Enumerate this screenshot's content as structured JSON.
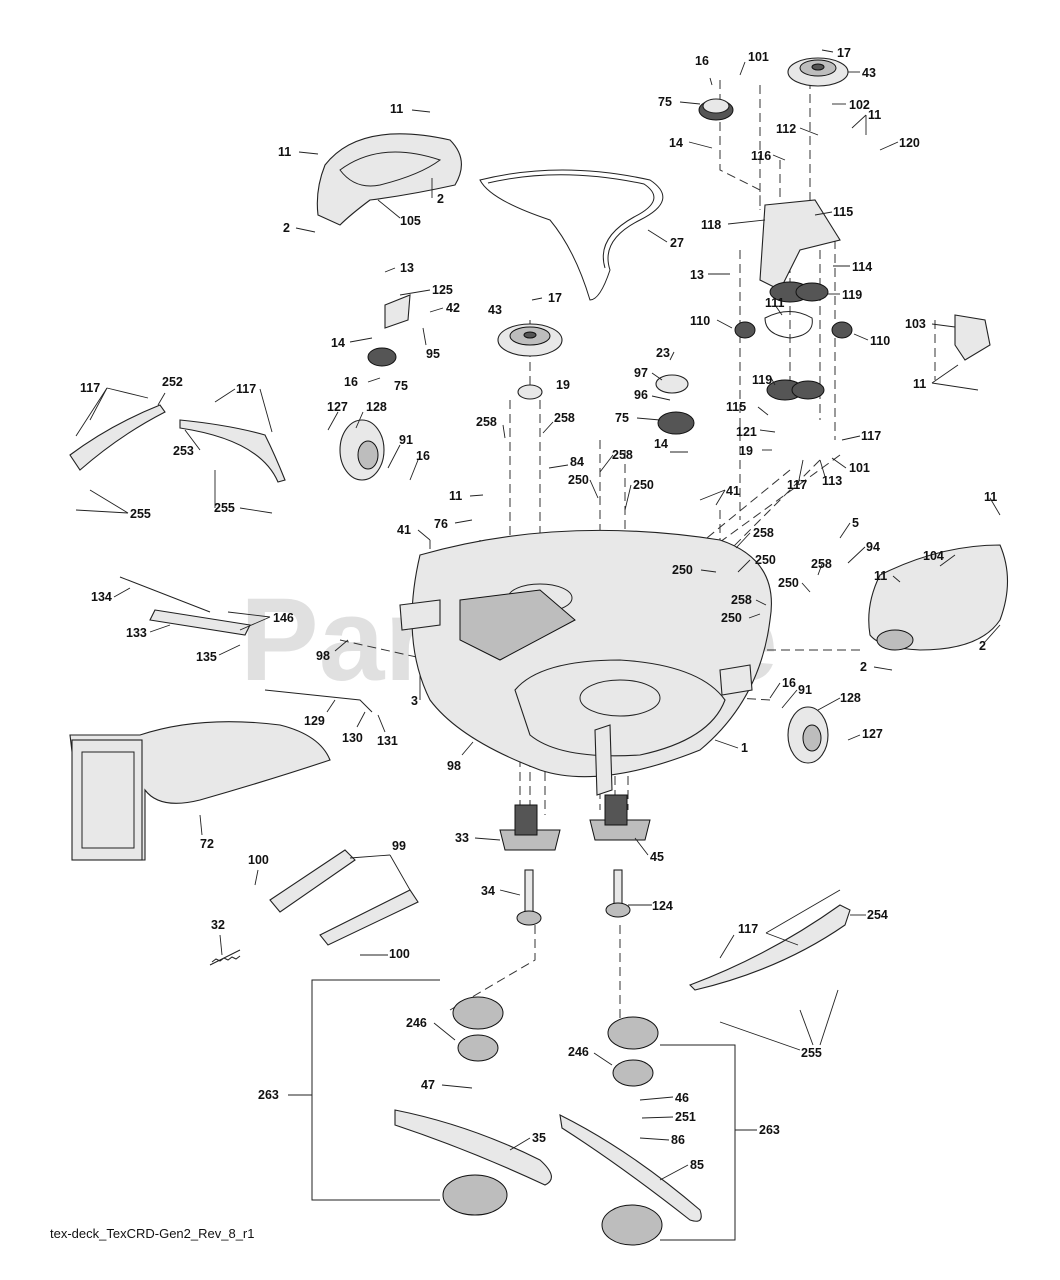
{
  "watermark": "PartsTree",
  "caption": "tex-deck_TexCRD-Gen2_Rev_8_r1",
  "callouts": [
    "11",
    "11",
    "2",
    "105",
    "2",
    "27",
    "13",
    "125",
    "42",
    "14",
    "95",
    "16",
    "75",
    "43",
    "17",
    "19",
    "16",
    "101",
    "17",
    "43",
    "75",
    "102",
    "14",
    "11",
    "112",
    "116",
    "120",
    "118",
    "115",
    "13",
    "114",
    "119",
    "111",
    "110",
    "110",
    "103",
    "11",
    "117",
    "252",
    "117",
    "253",
    "255",
    "255",
    "127",
    "128",
    "91",
    "16",
    "258",
    "258",
    "84",
    "14",
    "23",
    "97",
    "96",
    "75",
    "119",
    "115",
    "121",
    "117",
    "19",
    "117",
    "113",
    "101",
    "11",
    "250",
    "250",
    "258",
    "41",
    "76",
    "41",
    "258",
    "250",
    "250",
    "5",
    "94",
    "258",
    "250",
    "250",
    "258",
    "11",
    "104",
    "11",
    "134",
    "146",
    "133",
    "135",
    "98",
    "3",
    "2",
    "2",
    "16",
    "91",
    "128",
    "127",
    "129",
    "130",
    "131",
    "98",
    "1",
    "72",
    "33",
    "45",
    "34",
    "124",
    "100",
    "99",
    "32",
    "100",
    "117",
    "254",
    "255",
    "263",
    "246",
    "47",
    "35",
    "246",
    "46",
    "251",
    "86",
    "85",
    "263"
  ]
}
